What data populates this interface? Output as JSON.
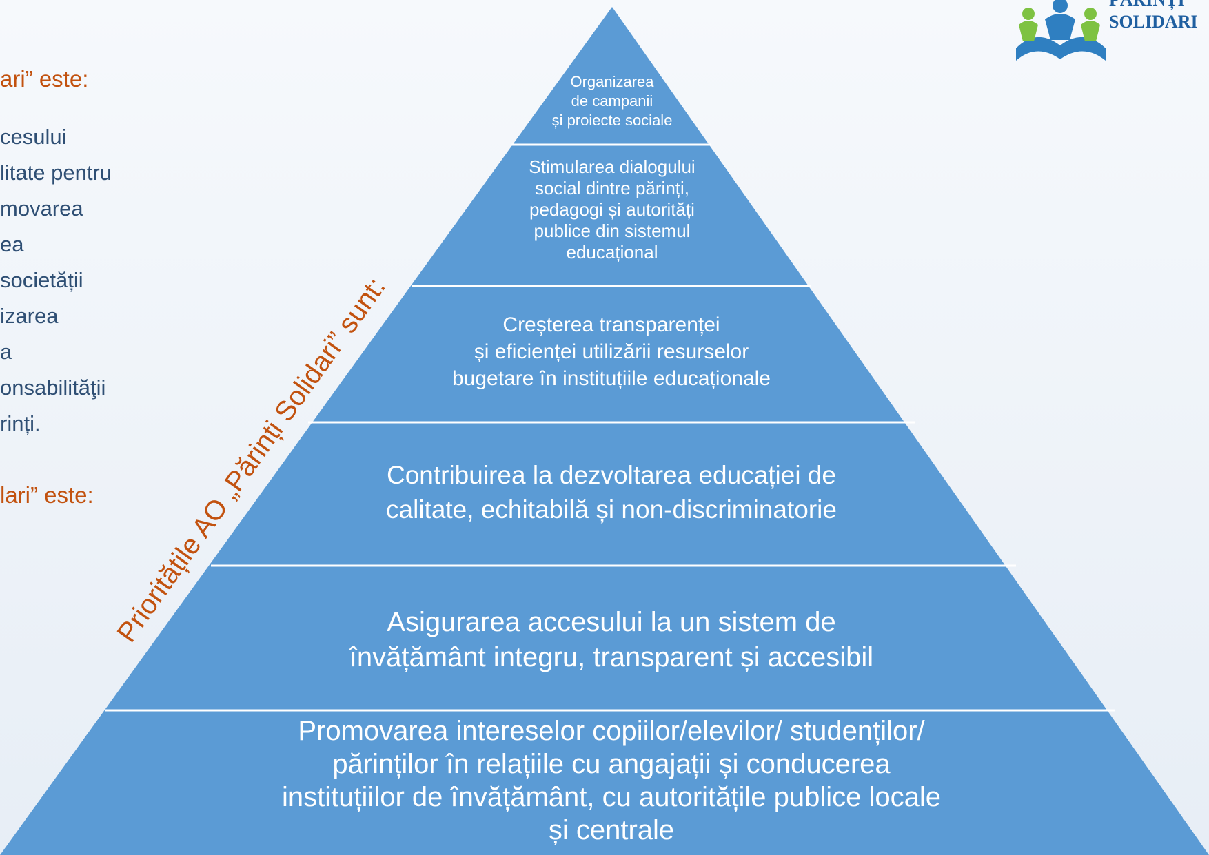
{
  "left_panel": {
    "heading_1": "ari” este:",
    "lines": [
      "cesului",
      "litate pentru",
      "movarea",
      "ea",
      "societății",
      "izarea",
      "a",
      "onsabilităţii",
      "rinți."
    ],
    "heading_2": "lari” este:"
  },
  "curved_title": "Prioritățile AO „Părinți Solidari” sunt:",
  "logo": {
    "line1": "PĂRINȚI",
    "line2": "SOLIDARI"
  },
  "pyramid": [
    {
      "text": "Organizarea\nde campanii\nși proiecte sociale"
    },
    {
      "text": "Stimularea dialogului\nsocial dintre părinți,\npedagogi și autorități\npublice din sistemul\neducațional"
    },
    {
      "text": "Creșterea transparenței\nși eficienței utilizării resurselor\nbugetare în instituțiile educaționale"
    },
    {
      "text": "Contribuirea la dezvoltarea educației de\ncalitate, echitabilă și non-discriminatorie"
    },
    {
      "text": "Asigurarea accesului la un sistem de\nînvățământ integru, transparent și accesibil"
    },
    {
      "text": "Promovarea intereselor copiilor/elevilor/ studenților/\npărinților în relațiile cu angajații și conducerea\ninstituțiilor de învățământ, cu autoritățile publice locale\nși centrale"
    }
  ],
  "colors": {
    "band": "#5b9bd5",
    "divider": "#ffffff",
    "accent": "#c2520f",
    "text_left": "#2f4f74"
  }
}
